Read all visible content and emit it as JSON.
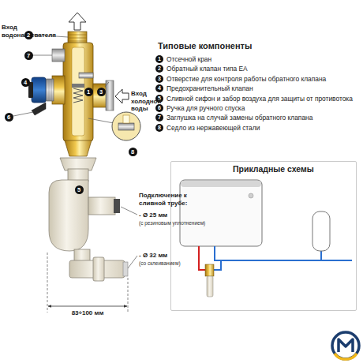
{
  "diagram": {
    "title": "Типовые компоненты",
    "nodes": [
      {
        "text": [
          "Прикладные схемы"
        ]
      }
    ],
    "labels": [
      "Вход водонагревателя",
      "Вход холодной воды",
      "1",
      "Отсечной кран",
      "2",
      "Обратный клапан типа ЕА",
      "3",
      "Отверстие для контроля работы обратного клапана",
      "4",
      "Предохранительный клапан",
      "5",
      "Сливной сифон и забор воздуха для защиты от противотока",
      "6",
      "Ручка для ручного спуска",
      "7",
      "Заглушка на случай замены обратного клапана",
      "8",
      "Седло из нержавеющей стали",
      "2",
      "7",
      "1",
      "3",
      "4",
      "6",
      "8",
      "5",
      "Подключение к сливной трубе:",
      "- Ø 25 мм",
      "(с резиновым уплотнением)",
      "- Ø 32 мм",
      "(со склеиванием)",
      "83÷100 мм"
    ]
  }
}
